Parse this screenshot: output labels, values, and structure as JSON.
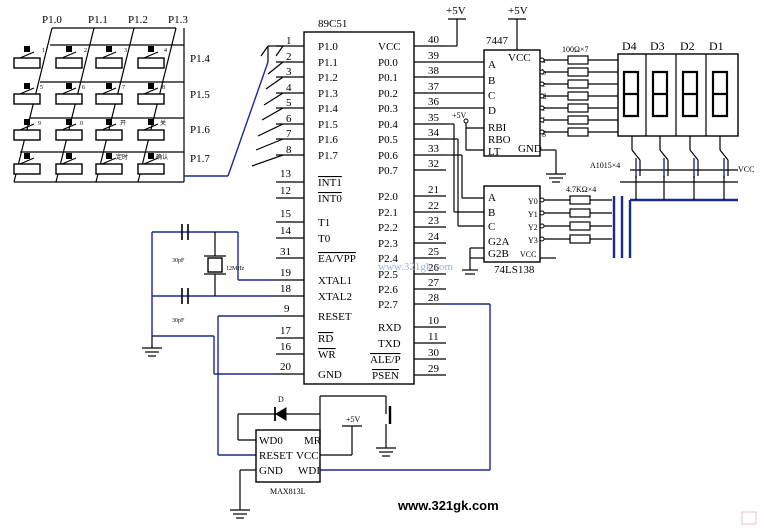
{
  "title_mcu": "89C51",
  "mcu_left": [
    {
      "num": "1",
      "name": "P1.0"
    },
    {
      "num": "2",
      "name": "P1.1"
    },
    {
      "num": "3",
      "name": "P1.2"
    },
    {
      "num": "4",
      "name": "P1.3"
    },
    {
      "num": "5",
      "name": "P1.4"
    },
    {
      "num": "6",
      "name": "P1.5"
    },
    {
      "num": "7",
      "name": "P1.6"
    },
    {
      "num": "8",
      "name": "P1.7"
    },
    {
      "num": "13",
      "name": "INT1"
    },
    {
      "num": "12",
      "name": "INT0"
    },
    {
      "num": "15",
      "name": "T1"
    },
    {
      "num": "14",
      "name": "T0"
    },
    {
      "num": "31",
      "name": "EA/VPP"
    },
    {
      "num": "19",
      "name": "XTAL1"
    },
    {
      "num": "18",
      "name": "XTAL2"
    },
    {
      "num": "9",
      "name": "RESET"
    },
    {
      "num": "17",
      "name": "RD"
    },
    {
      "num": "16",
      "name": "WR"
    },
    {
      "num": "20",
      "name": "GND"
    }
  ],
  "mcu_right": [
    {
      "num": "40",
      "name": "VCC"
    },
    {
      "num": "39",
      "name": "P0.0"
    },
    {
      "num": "38",
      "name": "P0.1"
    },
    {
      "num": "37",
      "name": "P0.2"
    },
    {
      "num": "36",
      "name": "P0.3"
    },
    {
      "num": "35",
      "name": "P0.4"
    },
    {
      "num": "34",
      "name": "P0.5"
    },
    {
      "num": "33",
      "name": "P0.6"
    },
    {
      "num": "32",
      "name": "P0.7"
    },
    {
      "num": "21",
      "name": "P2.0"
    },
    {
      "num": "22",
      "name": "P2.1"
    },
    {
      "num": "23",
      "name": "P2.2"
    },
    {
      "num": "24",
      "name": "P2.3"
    },
    {
      "num": "25",
      "name": "P2.4"
    },
    {
      "num": "26",
      "name": "P2.5"
    },
    {
      "num": "27",
      "name": "P2.6"
    },
    {
      "num": "28",
      "name": "P2.7"
    },
    {
      "num": "10",
      "name": "RXD"
    },
    {
      "num": "11",
      "name": "TXD"
    },
    {
      "num": "30",
      "name": "ALE/P"
    },
    {
      "num": "29",
      "name": "PSEN"
    }
  ],
  "keypad": {
    "col_labels": [
      "P1.0",
      "P1.1",
      "P1.2",
      "P1.3"
    ],
    "row_labels": [
      "P1.4",
      "P1.5",
      "P1.6",
      "P1.7"
    ],
    "keys": [
      "1",
      "2",
      "3",
      "4",
      "5",
      "6",
      "7",
      "8",
      "9",
      "0",
      "开",
      "关",
      "",
      "",
      "定时",
      "确认"
    ]
  },
  "decoder_7447": {
    "title": "7447",
    "vcc": "VCC",
    "inputs": [
      "A",
      "B",
      "C",
      "D"
    ],
    "controls": [
      "RBI",
      "RBO",
      "LT"
    ],
    "gnd": "GND",
    "outputs": [
      "a",
      "b",
      "c",
      "d",
      "e",
      "f",
      "g"
    ]
  },
  "decoder_138": {
    "title": "74LS138",
    "inputs": [
      "A",
      "B",
      "C",
      "G2A",
      "G2B"
    ],
    "outputs": [
      "Y0",
      "Y1",
      "Y2",
      "Y3"
    ],
    "vcc": "VCC"
  },
  "max813": {
    "title": "MAX813L",
    "pins_left": [
      "WD0",
      "RESET",
      "GND"
    ],
    "pins_right": [
      "MR",
      "VCC",
      "WDI"
    ],
    "diode_label": "D"
  },
  "labels": {
    "plus5v_mcu": "+5V",
    "plus5v_7447": "+5V",
    "plus5v_rbi": "+5V",
    "plus5v_max": "+5V",
    "resistor_array": "100Ω×7",
    "resistor_4k7": "4.7KΩ×4",
    "transistors": "A1015×4",
    "vcc_right": "VCC",
    "digits": [
      "D4",
      "D3",
      "D2",
      "D1"
    ],
    "cap1": "30pF",
    "cap2": "30pF",
    "crystal": "12MHz",
    "ghost_watermark": "www.321gk.com",
    "watermark": "www.321gk.com"
  }
}
